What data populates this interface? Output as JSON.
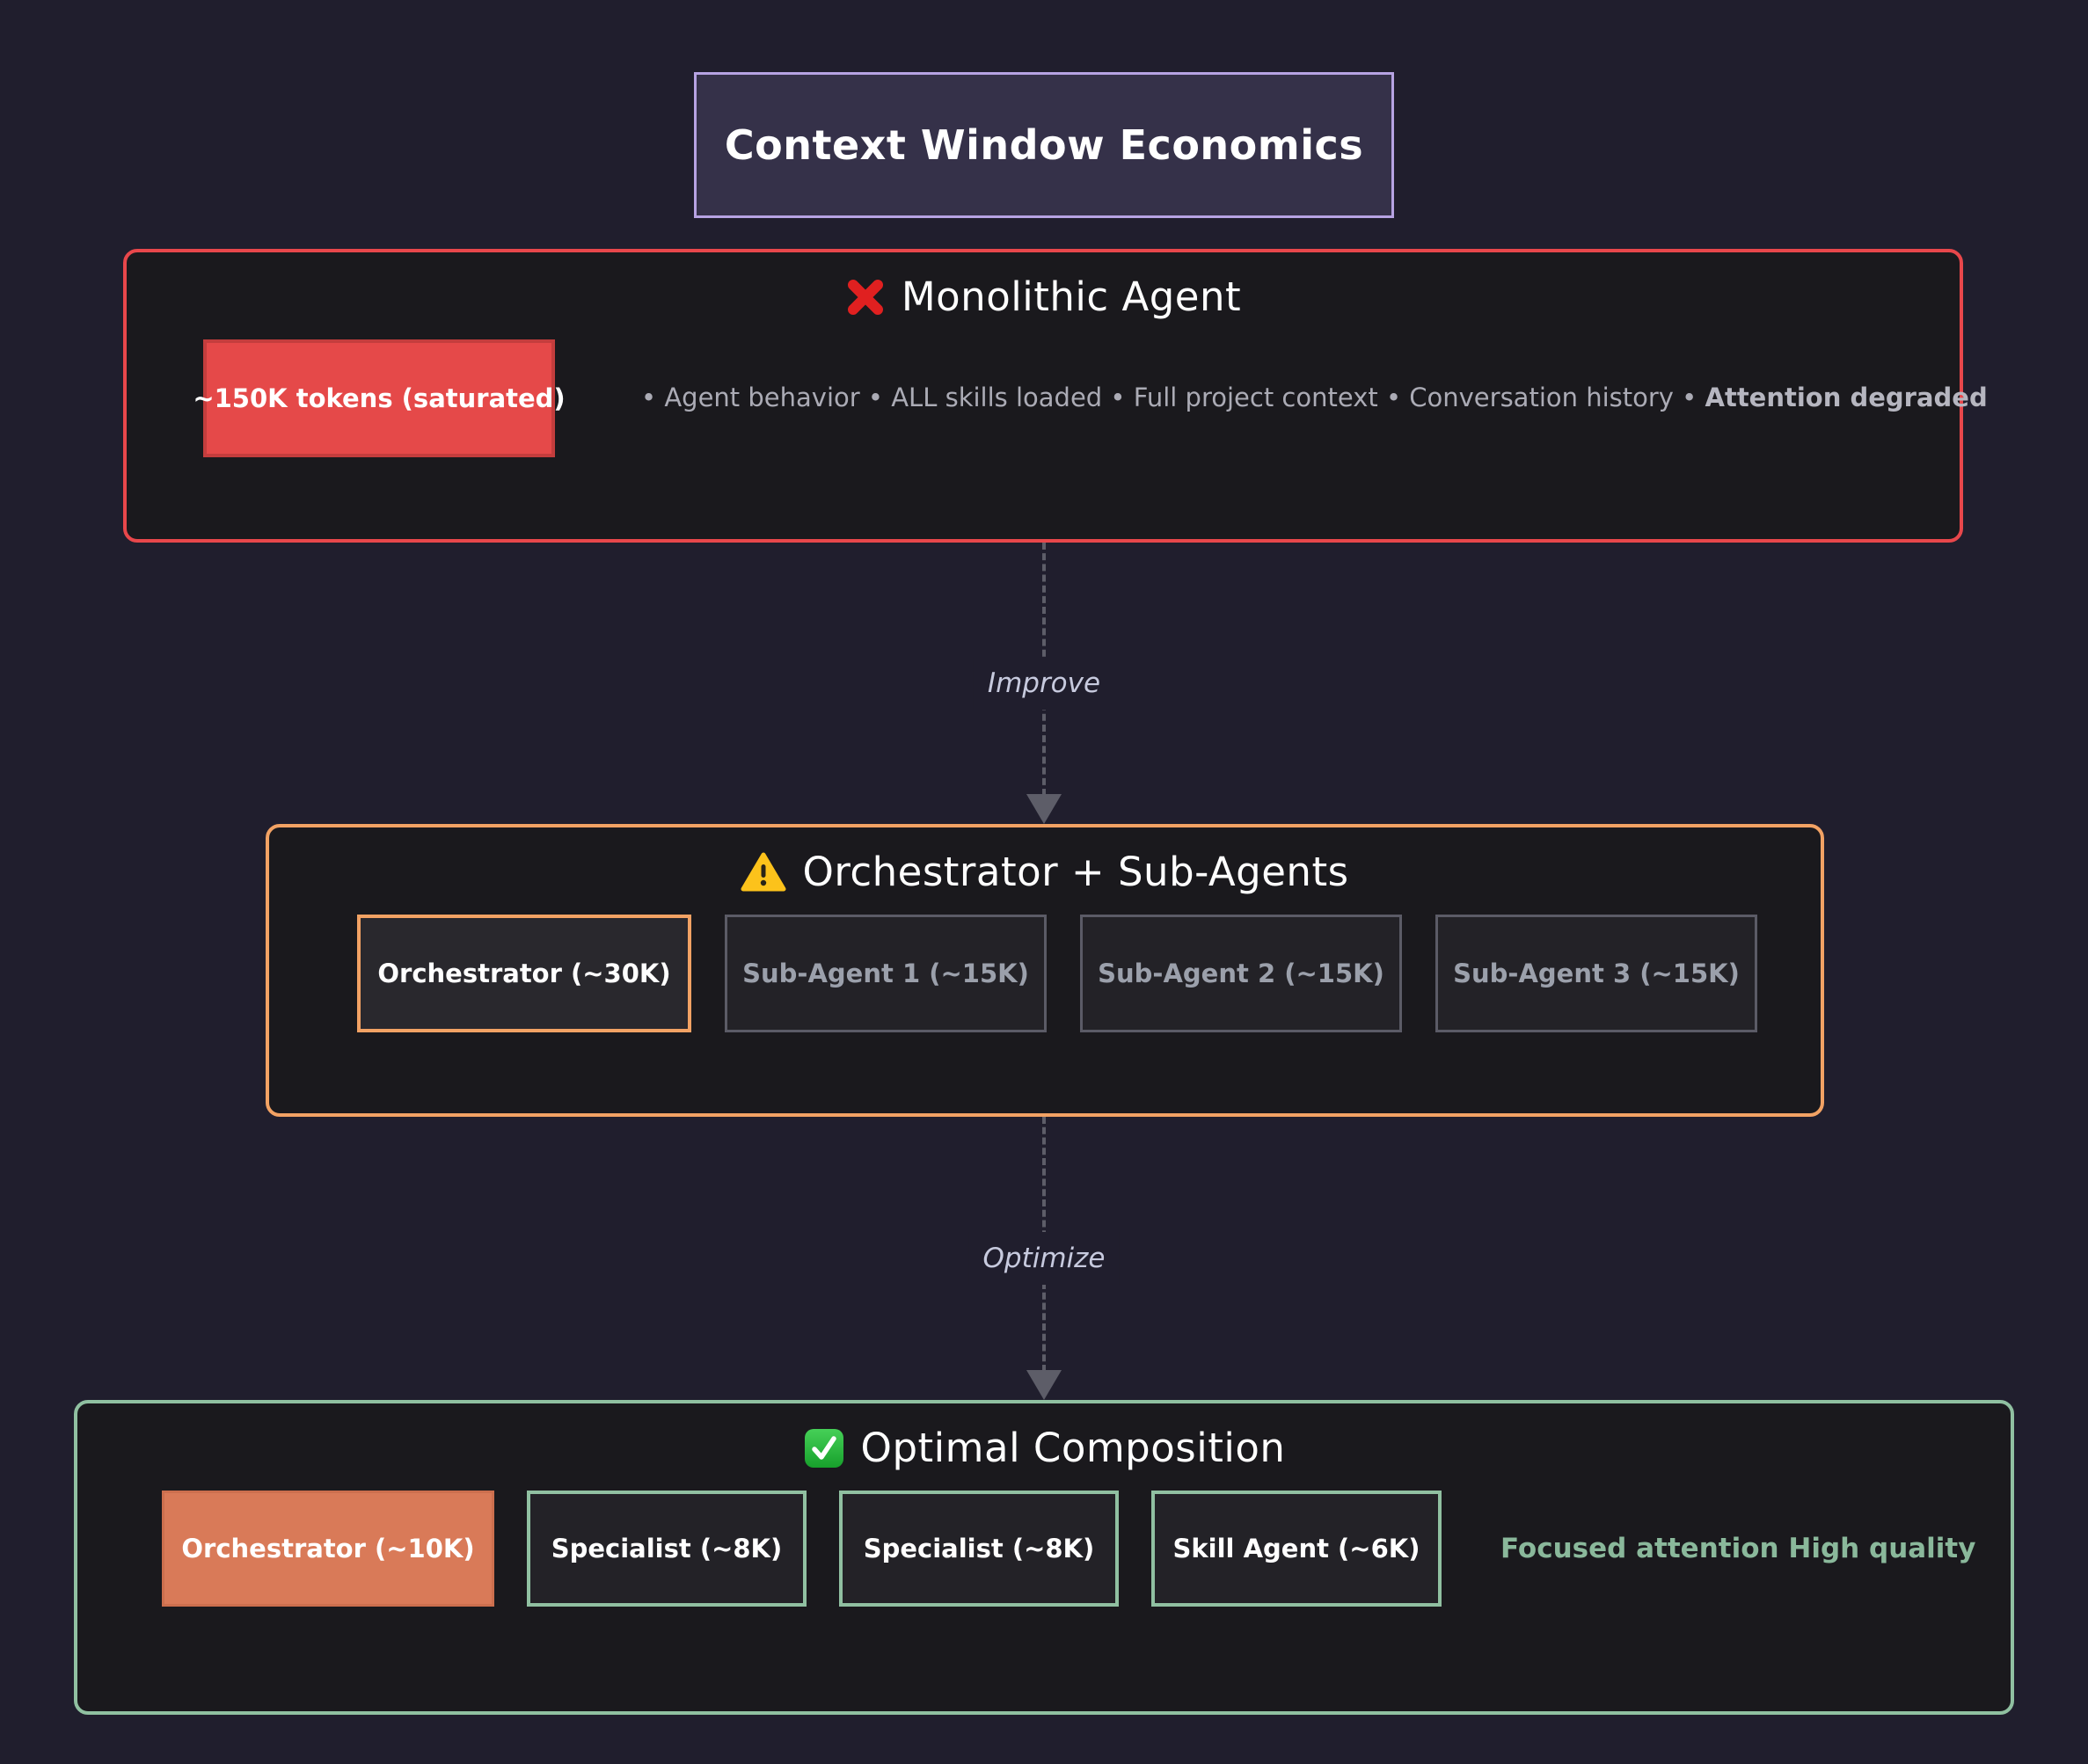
{
  "title": "Context Window Economics",
  "connectors": [
    {
      "label": "Improve"
    },
    {
      "label": "Optimize"
    }
  ],
  "panels": {
    "monolithic": {
      "heading": "Monolithic Agent",
      "icon": "cross-mark-icon",
      "token_chip": "~150K tokens (saturated)",
      "details": "• Agent behavior • ALL skills loaded • Full project context • Conversation history •",
      "details_emphasis": "Attention degraded"
    },
    "orchestrator": {
      "heading": "Orchestrator + Sub-Agents",
      "icon": "warning-icon",
      "boxes": [
        {
          "label": "Orchestrator (~30K)"
        },
        {
          "label": "Sub-Agent 1 (~15K)"
        },
        {
          "label": "Sub-Agent 2 (~15K)"
        },
        {
          "label": "Sub-Agent 3 (~15K)"
        }
      ]
    },
    "optimal": {
      "heading": "Optimal Composition",
      "icon": "check-mark-icon",
      "boxes": [
        {
          "label": "Orchestrator (~10K)"
        },
        {
          "label": "Specialist (~8K)"
        },
        {
          "label": "Specialist (~8K)"
        },
        {
          "label": "Skill Agent (~6K)"
        }
      ],
      "note": "Focused attention High quality"
    }
  },
  "colors": {
    "background": "#201e2d",
    "panel_background": "#1a191d",
    "red_border": "#e8474b",
    "red_fill": "#e54949",
    "orange": "#f2a264",
    "green": "#90c0a1",
    "coral_fill": "#d97a58",
    "purple_border": "#b7a3e3",
    "muted_text": "#ababb5",
    "arrow_gray": "#5d5d68"
  }
}
